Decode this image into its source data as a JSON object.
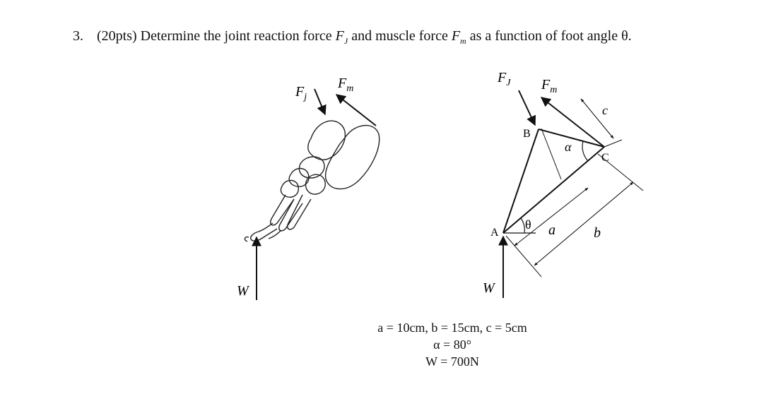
{
  "question": {
    "number": "3.",
    "points": "(20pts)",
    "text_1": "Determine the joint reaction force",
    "fj_symbol": "F",
    "fj_sub": "J",
    "text_2": "and muscle force",
    "fm_symbol": "F",
    "fm_sub": "m",
    "text_3": "as a function of foot angle θ."
  },
  "figure_left": {
    "fj_label": "F",
    "fj_sub": "j",
    "fm_label": "F",
    "fm_sub": "m",
    "w_label": "W"
  },
  "figure_right": {
    "fj_label": "F",
    "fj_sub": "J",
    "fm_label": "F",
    "fm_sub": "m",
    "point_a": "A",
    "point_b": "B",
    "point_c": "C",
    "alpha_label": "α",
    "theta_label": "θ",
    "dim_a": "a",
    "dim_b": "b",
    "dim_c": "c",
    "w_label": "W"
  },
  "givens": {
    "line1": "a = 10cm, b = 15cm, c = 5cm",
    "line2": "α = 80°",
    "line3": "W = 700N"
  }
}
